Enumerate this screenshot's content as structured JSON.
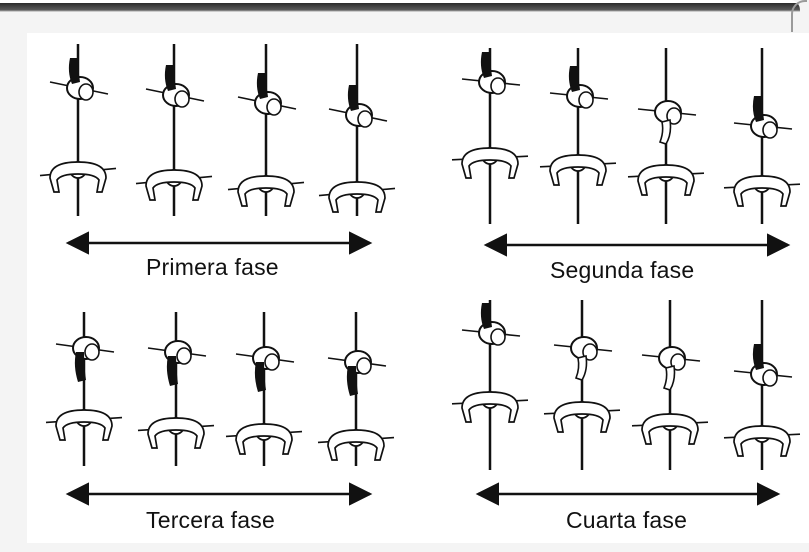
{
  "phases": [
    {
      "label": "Primera fase"
    },
    {
      "label": "Segunda fase"
    },
    {
      "label": "Tercera fase"
    },
    {
      "label": "Cuarta fase"
    }
  ],
  "colors": {
    "ink": "#111111",
    "paper": "#ffffff",
    "frame": "#f4f4f4"
  },
  "icons": [
    "swimmer-figure-icon",
    "double-arrow-icon"
  ]
}
